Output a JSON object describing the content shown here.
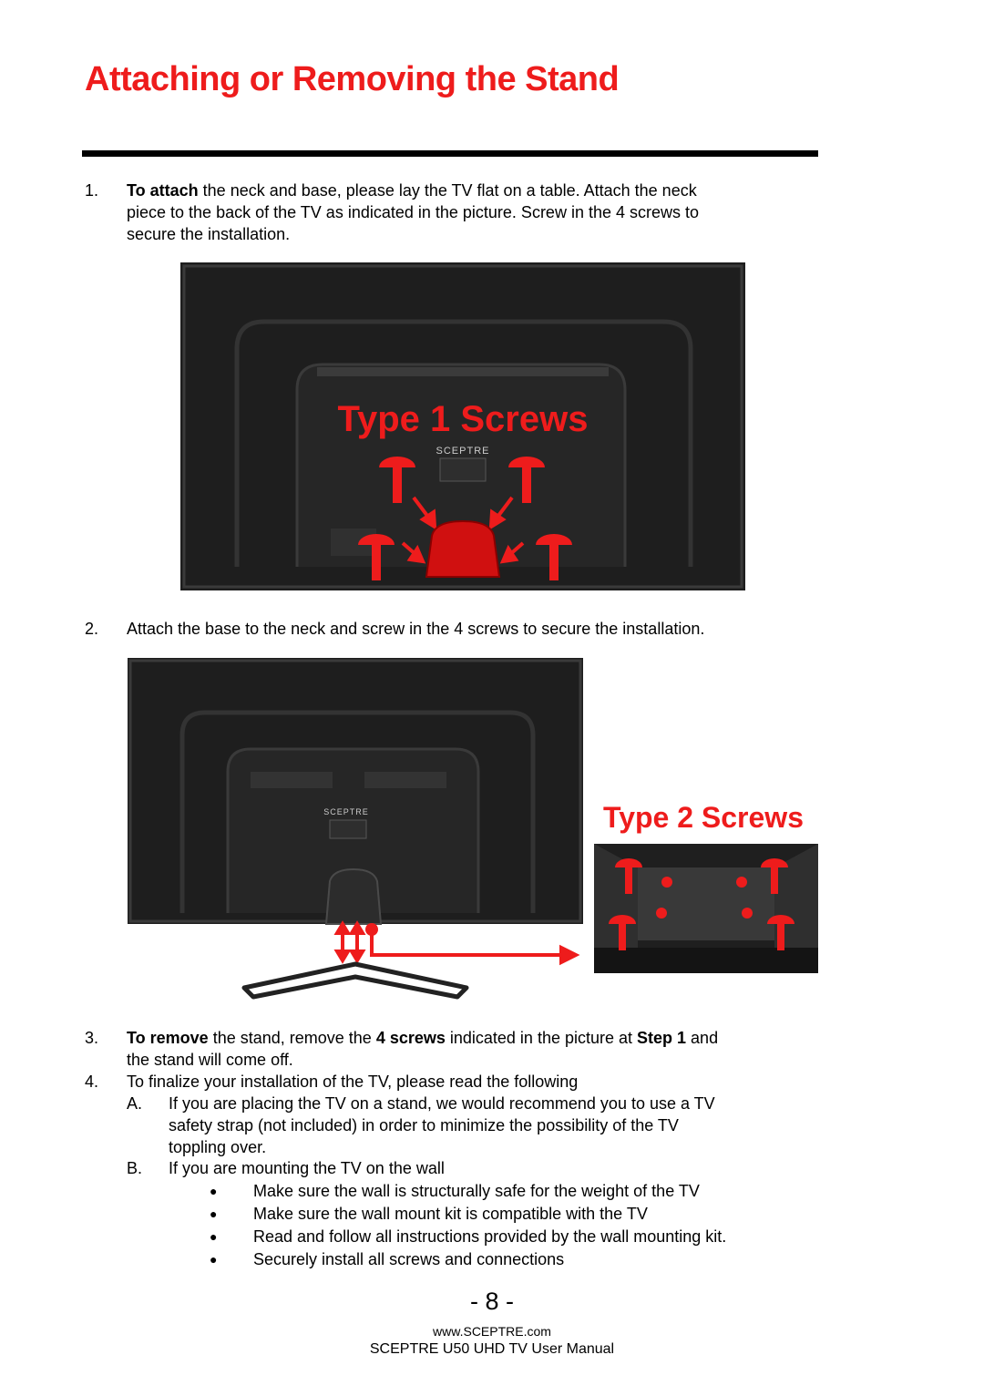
{
  "page": {
    "title": "Attaching or Removing the Stand",
    "page_number": "- 8 -",
    "footer_url": "www.SCEPTRE.com",
    "footer_manual": "SCEPTRE U50 UHD TV User Manual"
  },
  "steps": [
    {
      "num": "1.",
      "bold_lead": "To attach",
      "line1_rest": " the neck and base, please lay the TV flat on a table.  Attach the neck",
      "line2": "piece to the back of the TV as indicated in the picture.  Screw in the 4 screws to",
      "line3": "secure the installation."
    },
    {
      "num": "2.",
      "text": "Attach the base to the neck and screw in the 4 screws to secure the installation."
    },
    {
      "num": "3.",
      "bold_lead": "To remove",
      "mid1": " the stand, remove the ",
      "bold2": "4 screws",
      "mid2": " indicated in the picture at ",
      "bold3": "Step 1",
      "tail": " and",
      "line2": "the stand will come off."
    },
    {
      "num": "4.",
      "text": "To finalize your installation of the TV, please read the following"
    }
  ],
  "sub_items": [
    {
      "letter": "A.",
      "line1": "If you are placing the TV on a stand, we would recommend you to use a TV",
      "line2": "safety strap (not included) in order to minimize the possibility of the TV",
      "line3": "toppling over."
    },
    {
      "letter": "B.",
      "line1": "If you are mounting the TV on the wall"
    }
  ],
  "bullets": [
    "Make sure the wall is structurally safe for the weight of the TV",
    "Make sure the wall mount kit is compatible with the TV",
    "Read and follow all instructions provided by the wall mounting kit.",
    "Securely install all screws and connections"
  ],
  "figures": {
    "fig1_label": "Type 1 Screws",
    "fig2_label": "Type 2 Screws",
    "brand_logo": "SCEPTRE",
    "accent_color": "#ee1c1c"
  }
}
